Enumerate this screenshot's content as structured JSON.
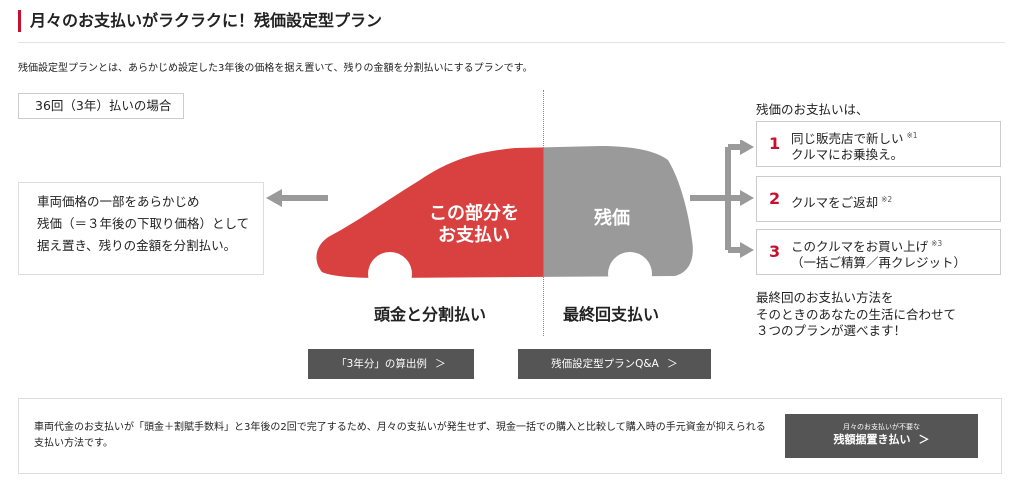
{
  "page_title": "月々のお支払いがラクラクに！残価設定型プラン",
  "intro": "残価設定型プランとは、あらかじめ設定した3年後の価格を据え置いて、残りの金額を分割払いにするプランです。",
  "plan_tag": "36回（3年）払いの場合",
  "left_explanation": {
    "line1": "車両価格の一部をあらかじめ",
    "line2": "残価（＝３年後の下取り価格）として",
    "line3": "据え置き、残りの金額を分割払い。"
  },
  "car": {
    "red_label_line1": "この部分を",
    "red_label_line2": "お支払い",
    "gray_label": "残価"
  },
  "under_car": {
    "left": "頭金と分割払い",
    "right": "最終回支払い"
  },
  "buttons": {
    "example": "「3年分」の算出例",
    "qa": "残価設定型プランQ&A",
    "chevron": "＞"
  },
  "options": {
    "heading": "残価のお支払いは、",
    "items": [
      {
        "num": "1",
        "line1": "同じ販売店で新しい",
        "line2": "クルマにお乗換え。",
        "note": "※1"
      },
      {
        "num": "2",
        "line1": "クルマをご返却",
        "line2": "",
        "note": "※2"
      },
      {
        "num": "3",
        "line1": "このクルマをお買い上げ",
        "line2": "（一括ご精算／再クレジット）",
        "note": "※3"
      }
    ],
    "footer_line1": "最終回のお支払い方法を",
    "footer_line2": "そのときのあなたの生活に合わせて",
    "footer_line3": "３つのプランが選べます！"
  },
  "bottom": {
    "text": "車両代金のお支払いが「頭金＋割賦手数料」と3年後の2回で完了するため、月々の支払いが発生せず、現金一括での購入と比較して購入時の手元資金が抑えられる支払い方法です。",
    "button_small": "月々のお支払いが不要な",
    "button_big": "残額据置き払い"
  },
  "colors": {
    "accent_red": "#d94040",
    "residual_gray": "#9a9a9a",
    "button_gray": "#555555"
  }
}
